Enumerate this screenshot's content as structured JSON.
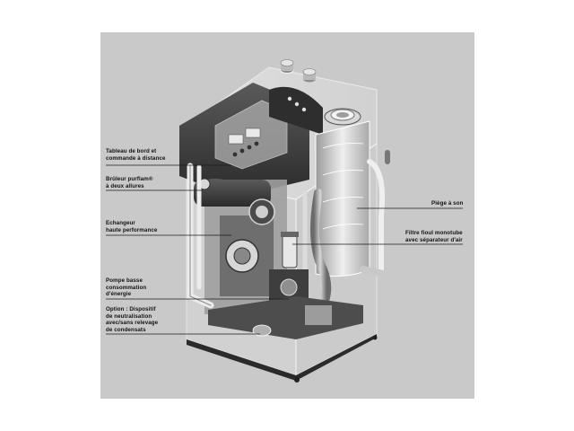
{
  "colors": {
    "background_panel": "#c9c9c9",
    "casing": "#e9e9e9",
    "dark_parts": "#3a3a3a",
    "mid_parts": "#8c8c8c",
    "leader_lines": "#1a1a1a"
  },
  "labels": {
    "left": [
      {
        "id": "tableau",
        "text": "Tableau de bord et\ncommande à distance"
      },
      {
        "id": "bruleur",
        "text": "Brûleur purflam®\nà deux allures"
      },
      {
        "id": "echangeur",
        "text": "Echangeur\nhaute performance"
      },
      {
        "id": "pompe",
        "text": "Pompe basse\nconsommation\nd'énergie"
      },
      {
        "id": "option",
        "text": "Option : Dispositif\nde neutralisation\navec/sans relevage\nde condensats"
      }
    ],
    "right": [
      {
        "id": "piege",
        "text": "Piège à son"
      },
      {
        "id": "filtre",
        "text": "Filtre fioul monotube\navec séparateur d'air"
      }
    ]
  }
}
